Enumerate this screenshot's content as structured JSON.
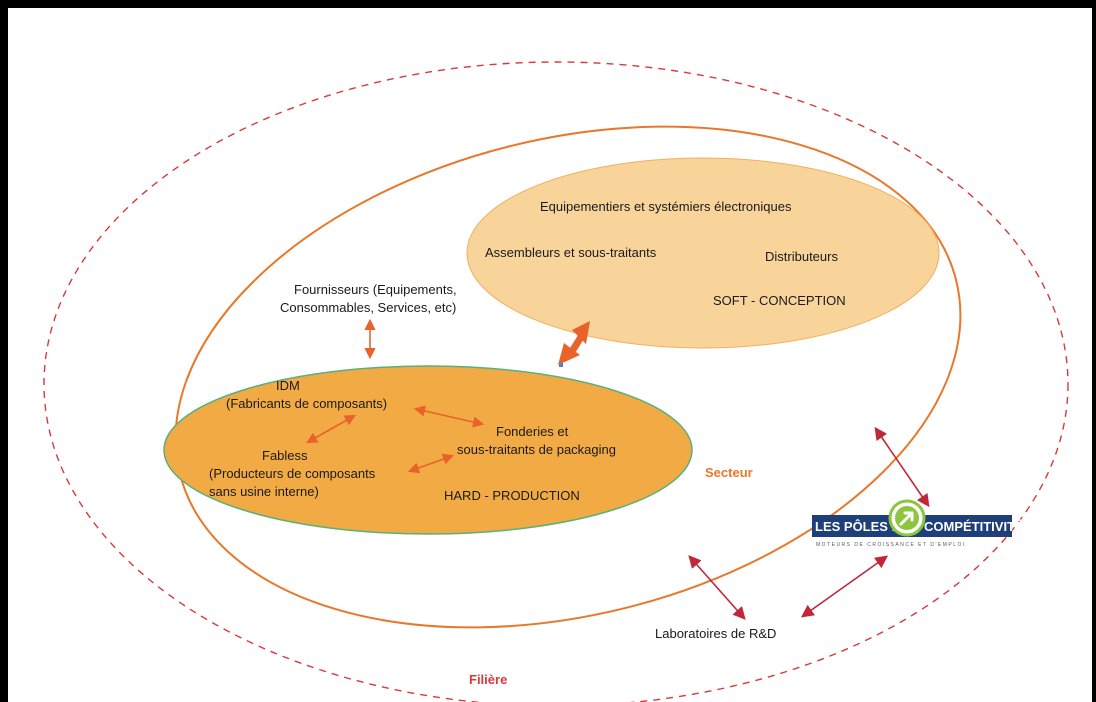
{
  "colors": {
    "filiere_dash": "#d83a3a",
    "secteur_border": "#e8782a",
    "soft_fill": "#f9d49a",
    "soft_stroke": "#f0b060",
    "hard_fill": "#f2ab44",
    "hard_stroke": "#59b07a",
    "arrow_orange": "#e8622a",
    "arrow_red": "#c0283a",
    "logo_blue": "#1e3f7a",
    "logo_green": "#8cc63f",
    "text_secteur": "#e8782a",
    "text_filiere": "#d83a3a"
  },
  "soft": {
    "line1": "Equipementiers et systémiers électroniques",
    "assembleurs": "Assembleurs et sous-traitants",
    "distributeurs": "Distributeurs",
    "title": "SOFT - CONCEPTION"
  },
  "fournisseurs": {
    "line1": "Fournisseurs (Equipements,",
    "line2": "Consommables, Services, etc)"
  },
  "hard": {
    "idm_line1": "IDM",
    "idm_line2": "(Fabricants de composants)",
    "fabless_line1": "Fabless",
    "fabless_line2": "(Producteurs de composants",
    "fabless_line3": "sans usine interne)",
    "fonderies_line1": "Fonderies et",
    "fonderies_line2": "sous-traitants de packaging",
    "title": "HARD - PRODUCTION"
  },
  "secteur_label": "Secteur",
  "filiere_label": "Filière",
  "laboratoires": "Laboratoires de R&D",
  "logo": {
    "left_text": "LES PÔLES DE",
    "right_text": "COMPÉTITIVITÉ",
    "tagline": "MOTEURS DE CROISSANCE ET D'EMPLOI",
    "icon": "arrow-circle-icon"
  }
}
